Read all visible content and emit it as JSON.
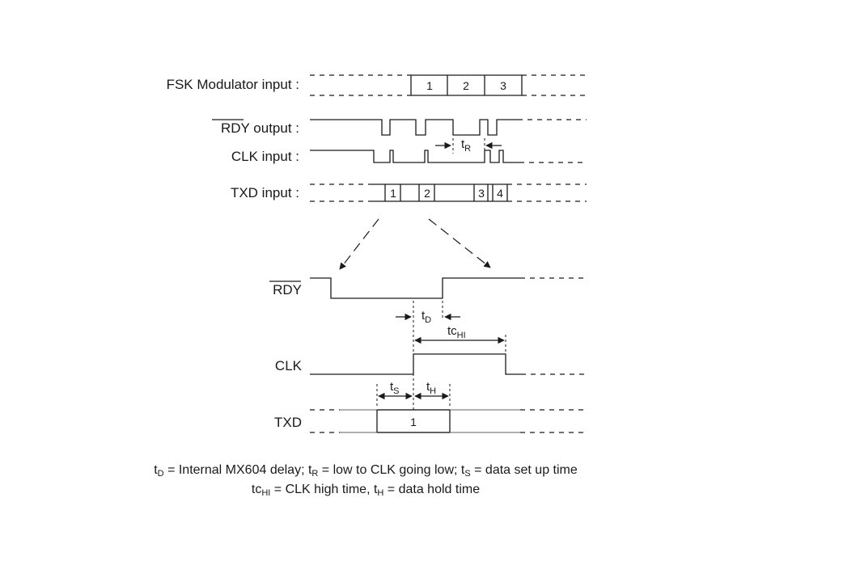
{
  "signals": {
    "fsk_label": "FSK Modulator input :",
    "rdy_output_name": "RDY",
    "rdy_output_suffix": " output :",
    "clk_input_label": "CLK input :",
    "txd_input_label": "TXD input :"
  },
  "fsk_cells": [
    "1",
    "2",
    "3"
  ],
  "txd_cells": [
    "1",
    "2",
    "3",
    "4"
  ],
  "detail": {
    "rdy_label": "RDY",
    "clk_label": "CLK",
    "txd_label": "TXD",
    "txd_cell": "1"
  },
  "timing": {
    "t": "t",
    "tc": "tc",
    "r": "R",
    "d": "D",
    "hi": "HI",
    "s": "S",
    "h": "H"
  },
  "legend": {
    "l1_a": " = Internal MX604 delay;  t",
    "l1_b": " =  low to CLK going low;  t",
    "l1_c": " = data set up time",
    "l2_a": " = CLK high time,  t",
    "l2_b": " = data hold time"
  }
}
